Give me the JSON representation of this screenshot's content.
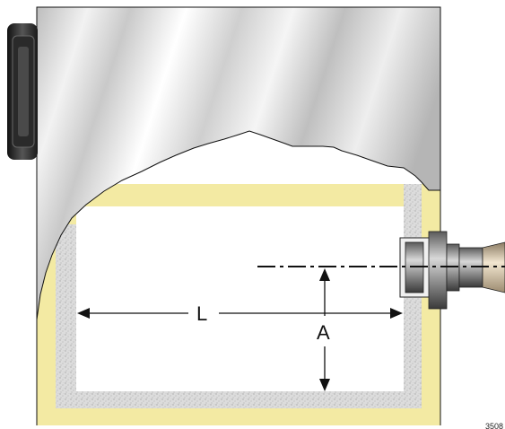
{
  "diagram": {
    "labels": {
      "length": "L",
      "height": "A"
    },
    "reference_number": "3508",
    "colors": {
      "insulation_outer": "#f3eaa3",
      "insulation_inner": "#d9d9d9",
      "interior": "#ffffff",
      "steel_light": "#e8e8e8",
      "steel_dark": "#9a9a9a",
      "outline": "#000000"
    }
  }
}
